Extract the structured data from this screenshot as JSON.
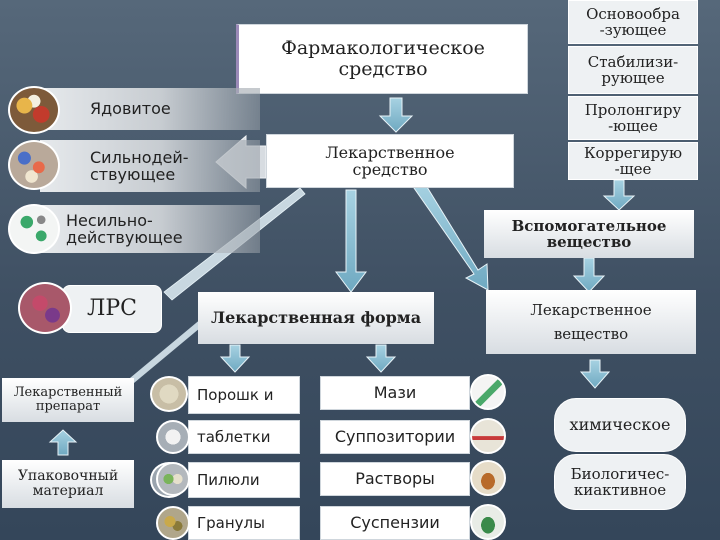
{
  "nodes": {
    "pharm_agent": "Фармакологическое средство",
    "drug": "Лекарственное средство",
    "poisonous": "Ядовитое",
    "potent": "Сильнодей-ствующее",
    "nonpotent": "Несильно-действующее",
    "excipient": "Вспомогательное вещество",
    "lrs": "ЛРС",
    "dosage_form": "Лекарственная форма",
    "active_substance": "Лекарственное вещество",
    "preparation": "Лекарственный препарат",
    "packaging": "Упаковочный материал",
    "chemical": "химическое",
    "bioactive": "Биологичес-киактивное"
  },
  "excipient_types": [
    "Основообра -зующее",
    "Стабилизи-рующее",
    "Пролонгиру -ющее",
    "Коррегирую -щее"
  ],
  "forms_left": [
    "Порошк и",
    "таблетки",
    "Пилюли",
    "Гранулы"
  ],
  "forms_right": [
    "Мази",
    "Суппозитории",
    "Растворы",
    "Суспензии"
  ],
  "colors": {
    "background": "#4a5c6e",
    "arrow": "#8fc0d4",
    "box": "#ffffff"
  }
}
